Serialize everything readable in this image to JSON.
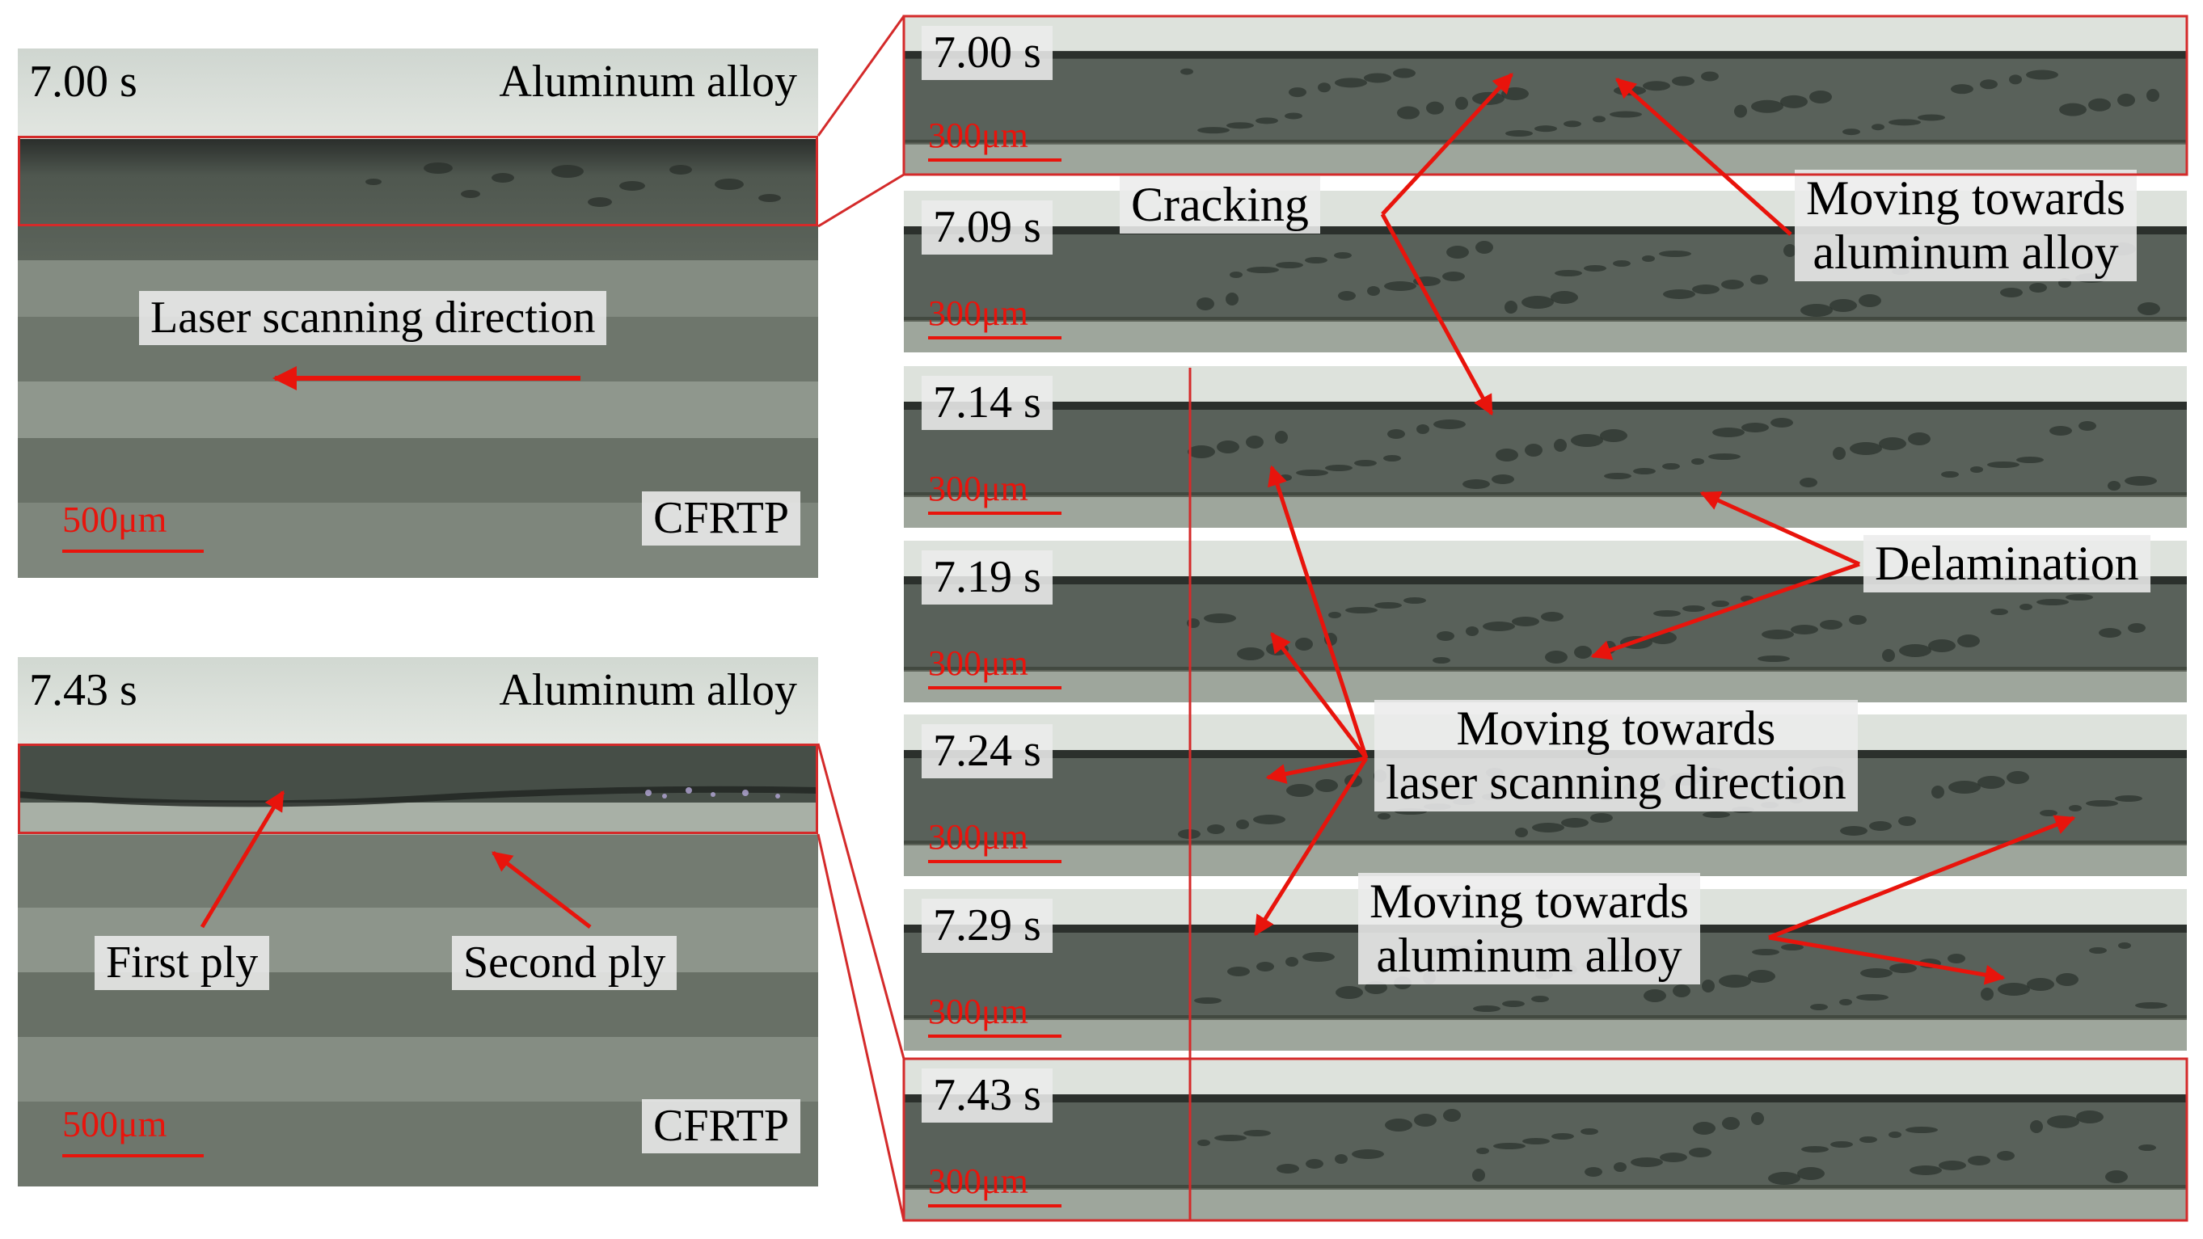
{
  "colors": {
    "aluminum": "#d7dcd7",
    "interface_dark": "#2c312d",
    "metal_band": "#5a625a",
    "cfrtp_light": "#8f978d",
    "cfrtp_dark": "#6c746a",
    "annotation_red": "#e8140c",
    "frame_red": "#d42a2a",
    "label_bg": "#ececec"
  },
  "left_top": {
    "time": "7.00 s",
    "material_top": "Aluminum alloy",
    "material_bottom": "CFRTP",
    "direction_label": "Laser scanning direction",
    "scale": "500μm"
  },
  "left_bottom": {
    "time": "7.43 s",
    "material_top": "Aluminum alloy",
    "material_bottom": "CFRTP",
    "first_ply": "First ply",
    "second_ply": "Second ply",
    "scale": "500μm"
  },
  "right_strips": [
    {
      "time": "7.00 s",
      "scale": "300μm"
    },
    {
      "time": "7.09 s",
      "scale": "300μm"
    },
    {
      "time": "7.14 s",
      "scale": "300μm"
    },
    {
      "time": "7.19 s",
      "scale": "300μm"
    },
    {
      "time": "7.24 s",
      "scale": "300μm"
    },
    {
      "time": "7.29 s",
      "scale": "300μm"
    },
    {
      "time": "7.43 s",
      "scale": "300μm"
    }
  ],
  "annotations": {
    "cracking": "Cracking",
    "moving_al_1_line1": "Moving towards",
    "moving_al_1_line2": "aluminum alloy",
    "delamination": "Delamination",
    "moving_laser_line1": "Moving towards",
    "moving_laser_line2": "laser scanning direction",
    "moving_al_2_line1": "Moving towards",
    "moving_al_2_line2": "aluminum alloy"
  }
}
